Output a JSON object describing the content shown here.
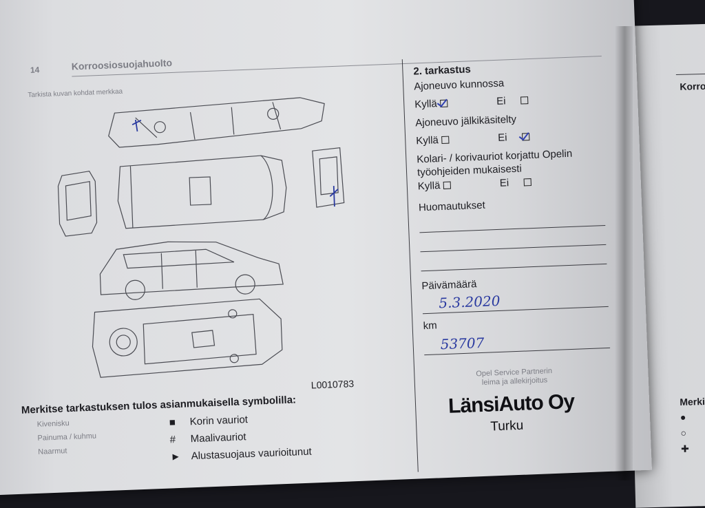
{
  "page_header": {
    "page_number": "14",
    "section_title": "Korroosiosuojahuolto"
  },
  "diagram": {
    "caption": "Tarkista kuvan kohdat merkkaa",
    "code": "L0010783"
  },
  "legend": {
    "heading": "Merkitse tarkastuksen tulos asianmukaisella symbolilla:",
    "left_items": [
      "Kivenisku",
      "Painuma / kuhmu",
      "Naarmut"
    ],
    "right_items": [
      {
        "symbol": "■",
        "label": "Korin vauriot"
      },
      {
        "symbol": "#",
        "label": "Maalivauriot"
      },
      {
        "symbol": "►",
        "label": "Alustasuojaus vaurioitunut"
      }
    ]
  },
  "form": {
    "title": "2. tarkastus",
    "q1": {
      "label": "Ajoneuvo kunnossa",
      "yes": "Kyllä",
      "no": "Ei",
      "yes_checked": true,
      "no_checked": false
    },
    "q2": {
      "label": "Ajoneuvo jälkikäsitelty",
      "yes": "Kyllä",
      "no": "Ei",
      "yes_checked": false,
      "no_checked": true
    },
    "q3": {
      "label_line1": "Kolari- / korivauriot korjattu Opelin",
      "label_line2": "työohjeiden mukaisesti",
      "yes": "Kyllä",
      "no": "Ei",
      "yes_checked": false,
      "no_checked": false
    },
    "remarks_label": "Huomautukset",
    "date_label": "Päivämäärä",
    "date_value": "5.3.2020",
    "km_label": "km",
    "km_value": "53707",
    "partner_line1": "Opel Service Partnerin",
    "partner_line2": "leima ja allekirjoitus",
    "stamp_name": "LänsiAuto Oy",
    "stamp_city": "Turku"
  },
  "right_page": {
    "header": "Korroo",
    "legend_heading": "Merkit",
    "legend_symbols": [
      "●",
      "○",
      "✚"
    ]
  },
  "colors": {
    "paper": "#e3e4e6",
    "ink": "#1d1d22",
    "pen": "#2a3aa0"
  }
}
